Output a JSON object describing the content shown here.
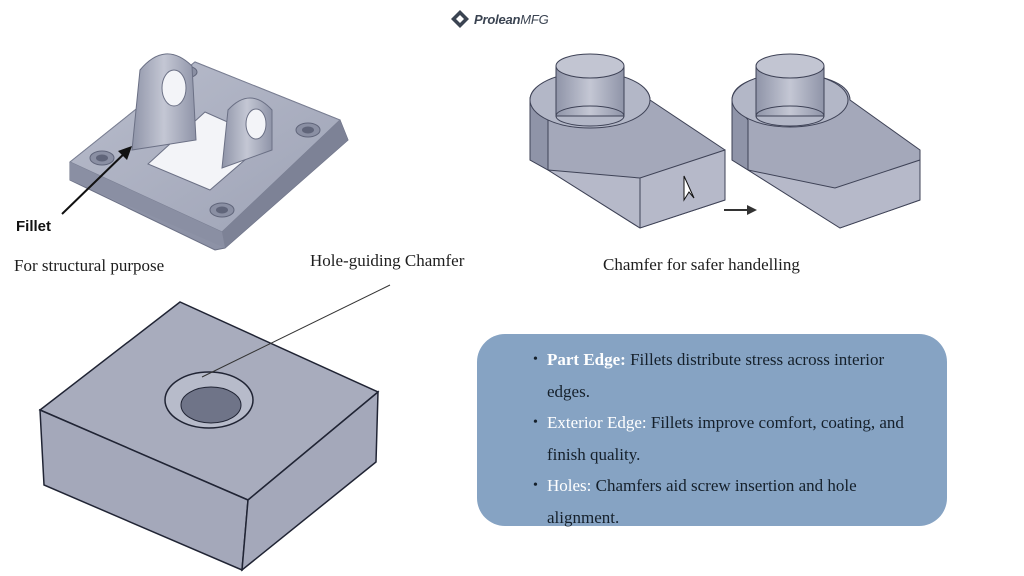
{
  "logo": {
    "brand": "Prolean",
    "suffix": "MFG",
    "icon": "prolean-logo-icon"
  },
  "labels": {
    "fillet": "Fillet",
    "structural": "For structural purpose",
    "hole_guiding": "Hole-guiding Chamfer",
    "safer_handling": "Chamfer for safer handelling"
  },
  "info": {
    "items": [
      {
        "term": "Part Edge:",
        "text": " Fillets distribute stress across interior edges."
      },
      {
        "term": "Exterior Edge:",
        "text": " Fillets improve comfort, coating, and finish quality."
      },
      {
        "term": "Holes:",
        "text": " Chamfers aid screw insertion and hole alignment."
      }
    ]
  },
  "colors": {
    "box_bg": "#86a3c3",
    "part_gray": "#a4a8ba",
    "term_color": "#ffffff"
  }
}
